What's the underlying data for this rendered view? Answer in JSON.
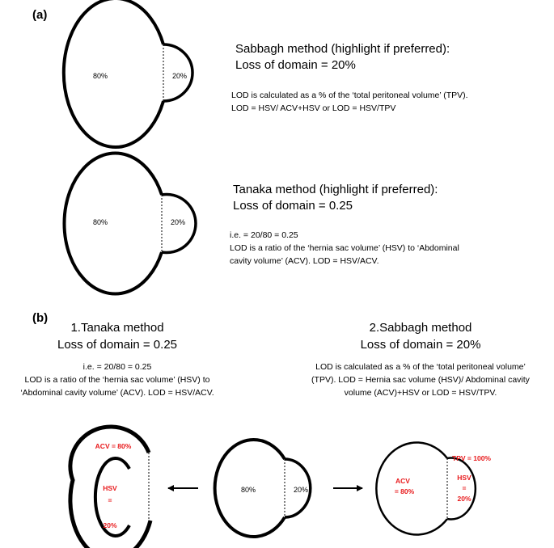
{
  "panel_a": {
    "label": "(a)",
    "sabbagh": {
      "title": "Sabbagh method (highlight if preferred):",
      "result": "Loss of domain = 20%",
      "line1": "LOD is calculated as a % of the ‘total peritoneal volume’ (TPV).",
      "line2": "LOD = HSV/ ACV+HSV or LOD = HSV/TPV",
      "big_pct": "80%",
      "small_pct": "20%"
    },
    "tanaka": {
      "title": "Tanaka method (highlight if preferred):",
      "result": "Loss of domain = 0.25",
      "line1": "i.e. = 20/80 = 0.25",
      "line2": "LOD is a ratio of the ‘hernia sac volume’ (HSV) to ‘Abdominal",
      "line3": "cavity volume’ (ACV). LOD = HSV/ACV.",
      "big_pct": "80%",
      "small_pct": "20%"
    }
  },
  "panel_b": {
    "label": "(b)",
    "tanaka": {
      "title": "1.Tanaka method",
      "result": "Loss of domain = 0.25",
      "line1": "i.e. = 20/80 = 0.25",
      "line2": "LOD is a ratio of the ‘hernia sac volume’ (HSV) to",
      "line3": "‘Abdominal cavity volume’ (ACV). LOD = HSV/ACV.",
      "acv": "ACV = 80%",
      "hsv1": "HSV",
      "hsv2": "=",
      "hsv3": "20%"
    },
    "center": {
      "big_pct": "80%",
      "small_pct": "20%"
    },
    "sabbagh": {
      "title": "2.Sabbagh method",
      "result": "Loss of domain = 20%",
      "line1": "LOD is calculated as a % of the ‘total peritoneal volume’",
      "line2": "(TPV). LOD = Hernia sac volume (HSV)/ Abdominal cavity",
      "line3": "volume (ACV)+HSV or LOD = HSV/TPV.",
      "tpv": "TPV = 100%",
      "acv1": "ACV",
      "acv2": "= 80%",
      "hsv1": "HSV",
      "hsv2": "=",
      "hsv3": "20%"
    }
  },
  "colors": {
    "highlight": "#e8191b",
    "stroke": "#000000"
  }
}
